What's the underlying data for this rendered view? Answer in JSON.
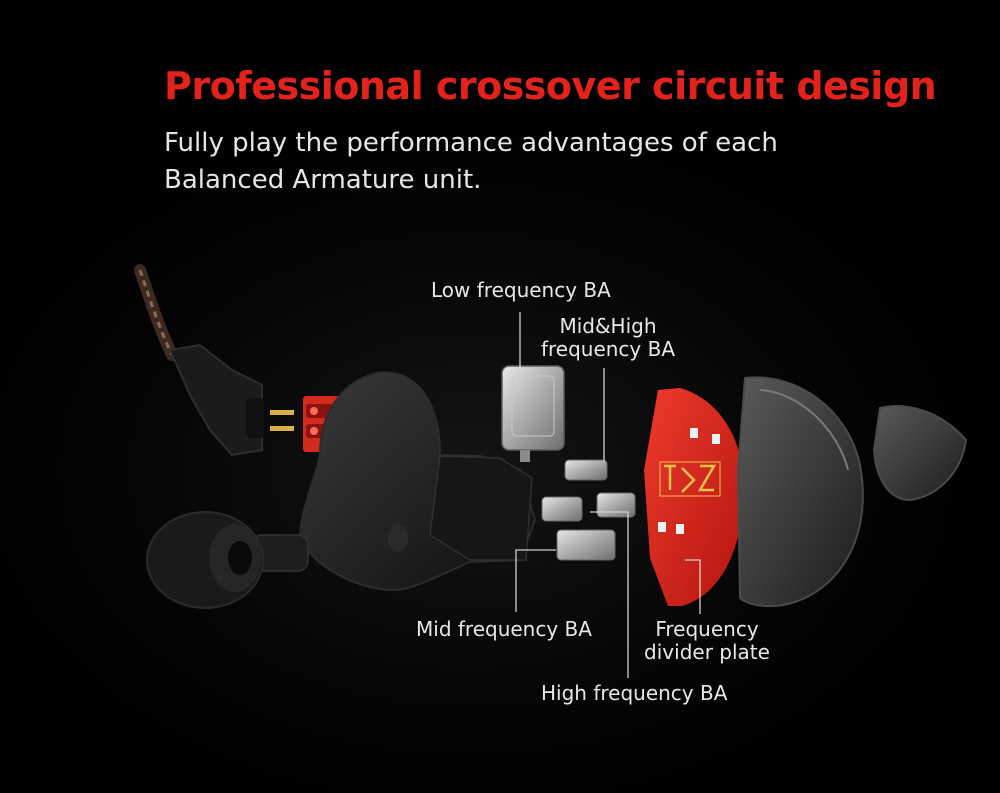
{
  "header": {
    "title": "Professional crossover circuit design",
    "subtitle_line1": "Fully play the performance advantages of each",
    "subtitle_line2": "Balanced Armature unit."
  },
  "callouts": {
    "low_frequency": "Low frequency BA",
    "mid_high_line1": "Mid&High",
    "mid_high_line2": "frequency BA",
    "mid_frequency": "Mid frequency BA",
    "divider_line1": "Frequency",
    "divider_line2": "divider plate",
    "high_frequency": "High frequency BA"
  },
  "colors": {
    "title": "#e3231b",
    "divider_plate": "#d8231c",
    "shell": "#1a1a1a",
    "text": "#e8e8e8"
  }
}
